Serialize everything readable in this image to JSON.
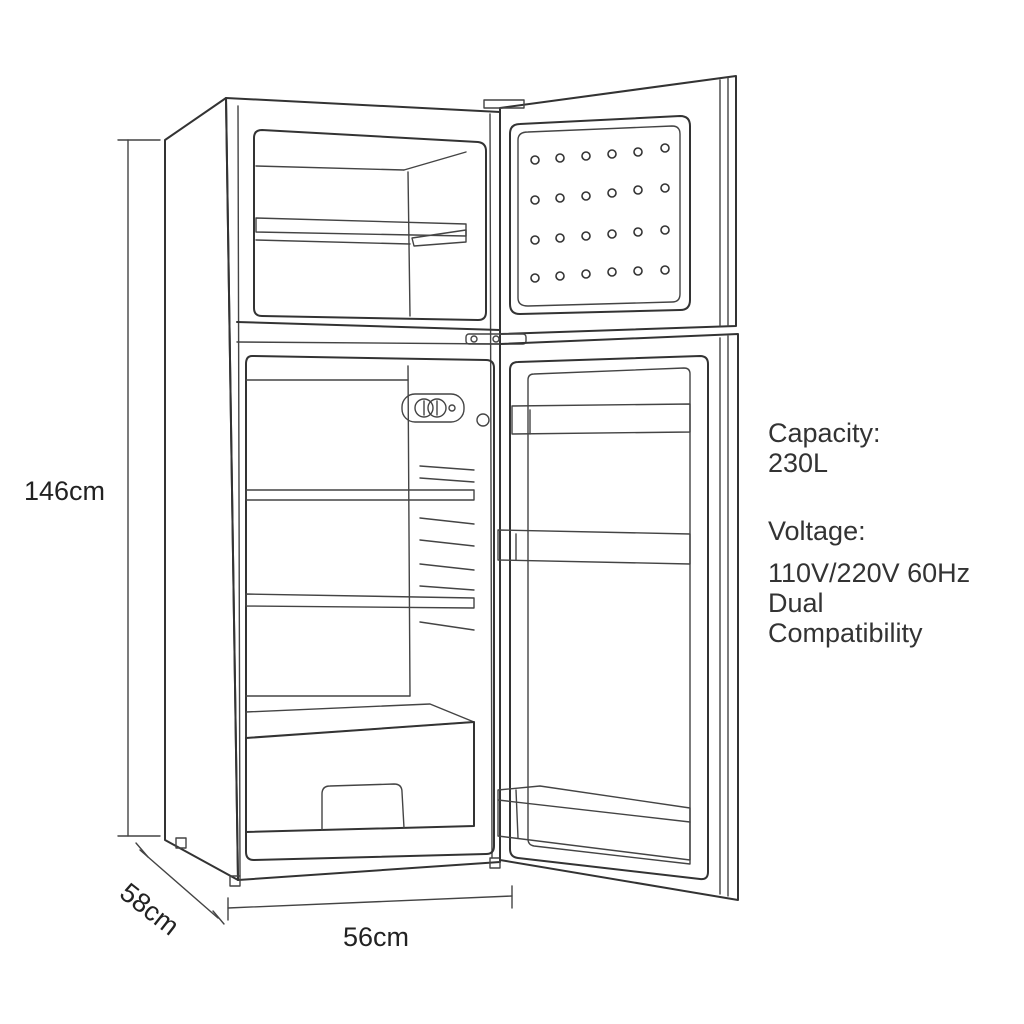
{
  "dimensions": {
    "height": "146cm",
    "depth": "58cm",
    "width": "56cm"
  },
  "specs": {
    "capacity": {
      "label": "Capacity:",
      "value": "230L"
    },
    "voltage": {
      "label": "Voltage:",
      "lines": [
        "110V/220V 60Hz",
        "Dual",
        "Compatibility"
      ]
    }
  },
  "colors": {
    "line": "#333333",
    "background": "#ffffff"
  }
}
